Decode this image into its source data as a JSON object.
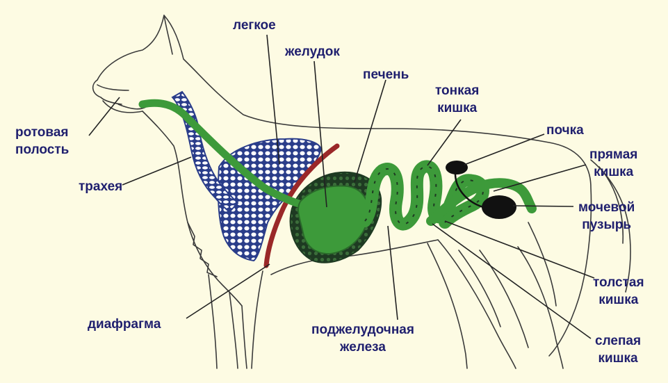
{
  "colors": {
    "background": "#fdfbe3",
    "label_text": "#1f1f6e",
    "outline": "#3a3a3a",
    "digestive_green": "#3d9a3a",
    "dark_green": "#1e3a22",
    "lung_blue": "#2a3d8a",
    "diaphragm_red": "#9a2828"
  },
  "labels": {
    "mouth_cavity": [
      "ротовая",
      "полость"
    ],
    "trachea": "трахея",
    "diaphragm": "диафрагма",
    "lung": "легкое",
    "stomach": "желудок",
    "liver": "печень",
    "small_intestine": [
      "тонкая",
      "кишка"
    ],
    "kidney": "почка",
    "rectum": [
      "прямая",
      "кишка"
    ],
    "bladder": [
      "мочевой",
      "пузырь"
    ],
    "large_intestine": [
      "толстая",
      "кишка"
    ],
    "cecum": [
      "слепая",
      "кишка"
    ],
    "pancreas": [
      "поджелудочная",
      "железа"
    ]
  }
}
